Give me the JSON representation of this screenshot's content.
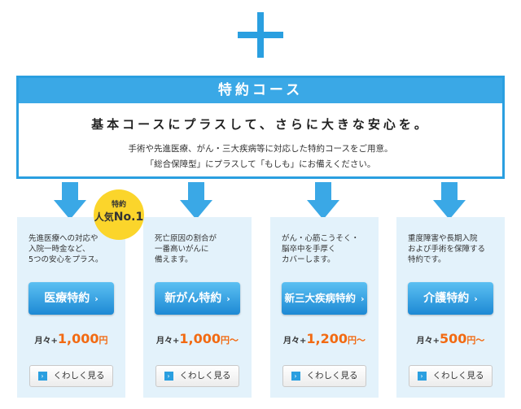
{
  "banner": {
    "title": "特約コース",
    "lead": "基本コースにプラスして、さらに大きな安心を。",
    "desc_line1": "手術や先進医療、がん・三大疾病等に対応した特約コースをご用意。",
    "desc_line2": "「総合保障型」にプラスして「もしも」にお備えください。"
  },
  "badge": {
    "line1": "特約",
    "line2_prefix": "人気",
    "line2_num": "No.1"
  },
  "cards": [
    {
      "desc": "先進医療への対応や\n入院一時金など、\n5つの安心をプラス。",
      "button": "医療特約",
      "price_prefix": "月々+",
      "price_amount": "1,000",
      "price_suffix": "円",
      "more": "くわしく見る"
    },
    {
      "desc": "死亡原因の割合が\n一番高いがんに\n備えます。",
      "button": "新がん特約",
      "price_prefix": "月々+",
      "price_amount": "1,000",
      "price_suffix": "円～",
      "more": "くわしく見る"
    },
    {
      "desc": "がん・心筋こうそく・\n脳卒中を手厚く\nカバーします。",
      "button": "新三大疾病特約",
      "price_prefix": "月々+",
      "price_amount": "1,200",
      "price_suffix": "円～",
      "more": "くわしく見る"
    },
    {
      "desc": "重度障害や長期入院\nおよび手術を保障する\n特約です。",
      "button": "介護特約",
      "price_prefix": "月々+",
      "price_amount": "500",
      "price_suffix": "円～",
      "more": "くわしく見る"
    }
  ],
  "colors": {
    "accent": "#2a9fe0",
    "badge": "#fbd52b",
    "price": "#f26a12",
    "card_bg": "#e3f2fb"
  },
  "icons": {
    "plus": "plus-icon",
    "arrow": "arrow-down-icon",
    "chevron": "chevron-right-icon"
  }
}
